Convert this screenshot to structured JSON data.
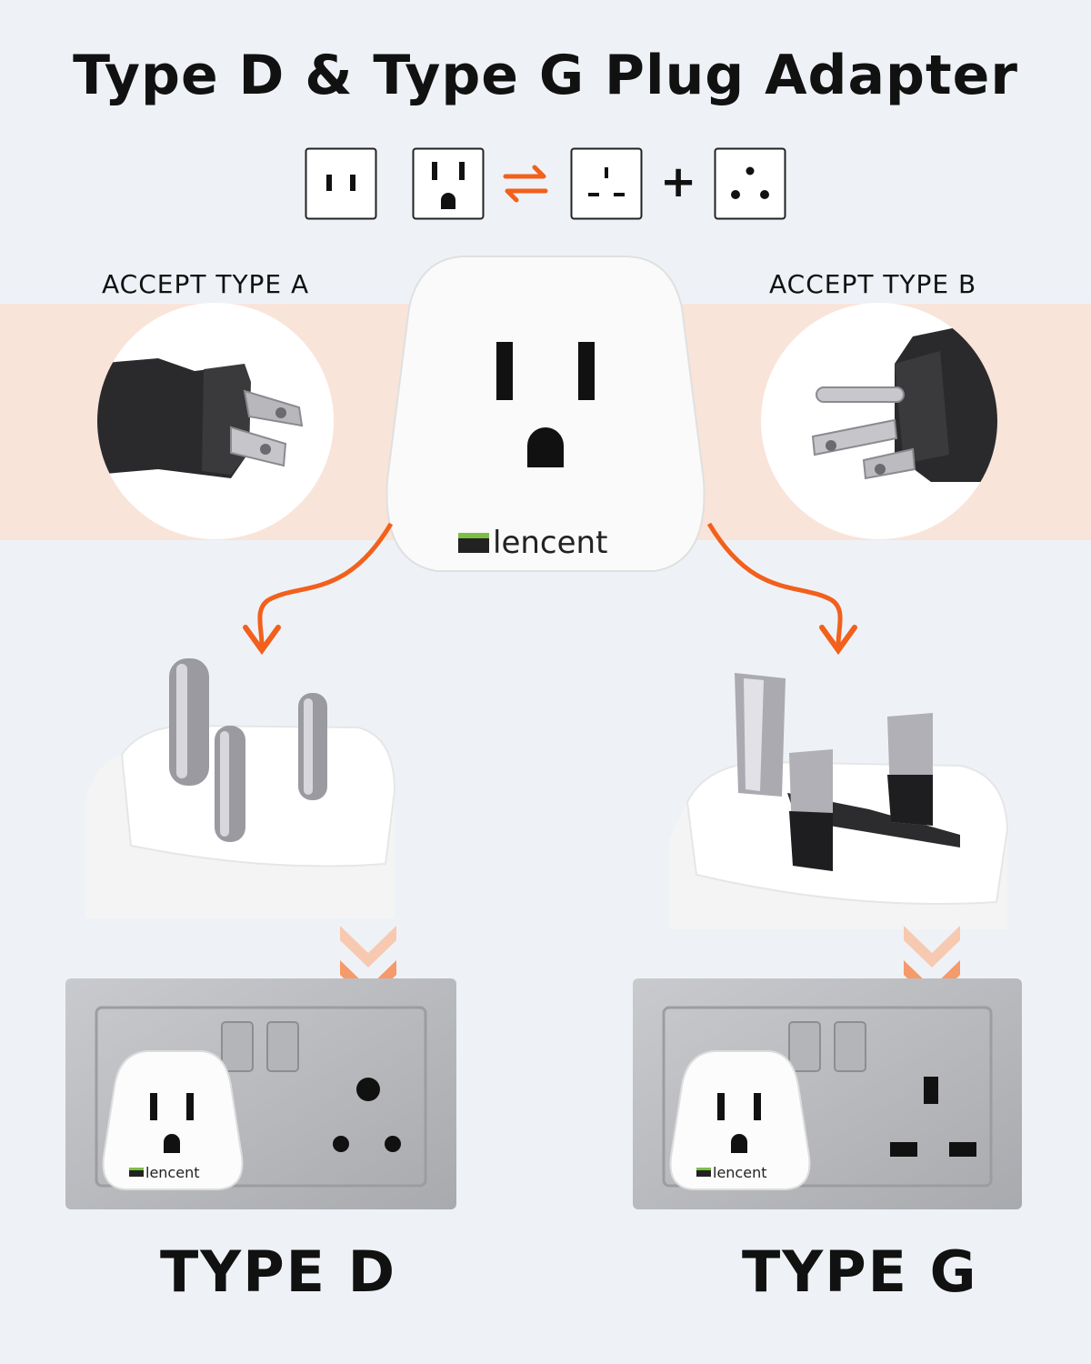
{
  "header": {
    "title": "Type D & Type G Plug Adapter"
  },
  "icons": [
    {
      "name": "type-a-socket-icon"
    },
    {
      "name": "type-b-socket-icon"
    },
    {
      "name": "convert-arrows-icon"
    },
    {
      "name": "type-d-socket-icon"
    },
    {
      "name": "plus-icon"
    },
    {
      "name": "type-g-socket-icon"
    }
  ],
  "plus_symbol": "+",
  "accept": {
    "left": "ACCEPT TYPE A",
    "right": "ACCEPT TYPE B"
  },
  "brand": {
    "name": "lencent"
  },
  "labels": {
    "type_d": "TYPE D",
    "type_g": "TYPE G"
  },
  "colors": {
    "accent": "#f2601c",
    "band": "#f9e4da",
    "background": "#eef2f7",
    "brand_green": "#7bc043"
  }
}
